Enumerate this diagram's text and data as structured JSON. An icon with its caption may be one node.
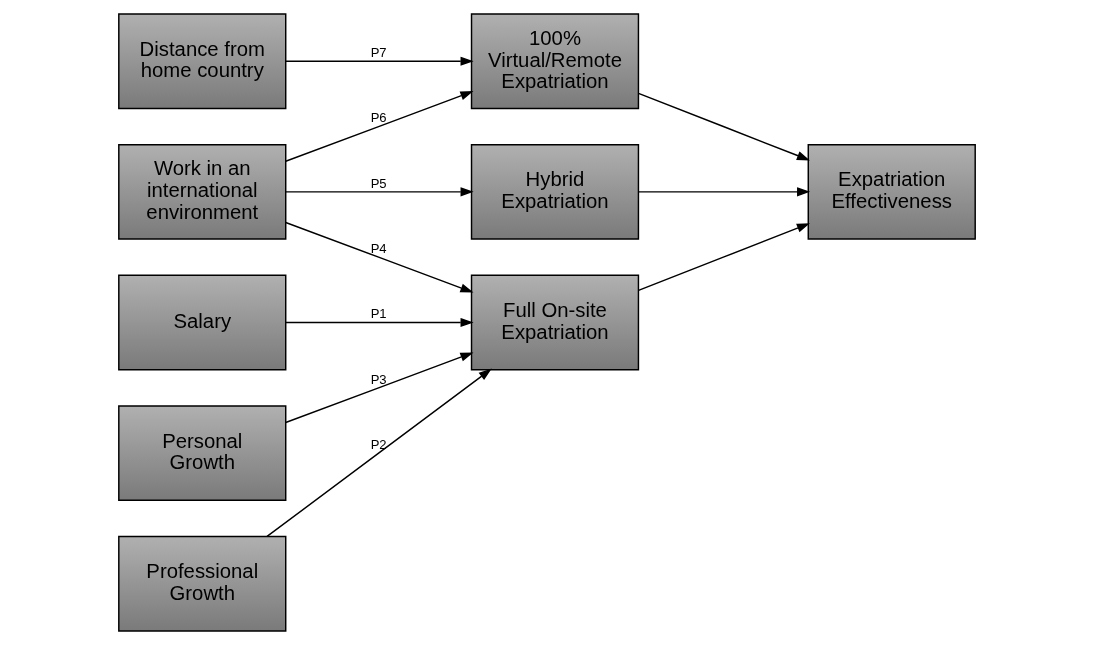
{
  "diagram": {
    "nodes": [
      {
        "text": [
          "Salary"
        ]
      },
      {
        "text": [
          "Professional Growth"
        ]
      },
      {
        "text": [
          "Personal Growth"
        ]
      },
      {
        "text": [
          "Work in an international environment"
        ]
      },
      {
        "text": [
          "Distance from home country"
        ]
      },
      {
        "text": [
          "Full On-site Expatriation"
        ]
      },
      {
        "text": [
          "Hybrid Expatriation"
        ]
      },
      {
        "text": [
          "100% Virtual/Remote Expatriation"
        ]
      },
      {
        "text": [
          "Expatriation Effectiveness"
        ]
      }
    ],
    "edges": [
      {
        "from": 0,
        "to": 5,
        "arrow": "to",
        "label": "P1"
      },
      {
        "from": 1,
        "to": 5,
        "arrow": "to",
        "label": "P2"
      },
      {
        "from": 2,
        "to": 5,
        "arrow": "to",
        "label": "P3"
      },
      {
        "from": 3,
        "to": 5,
        "arrow": "to",
        "label": "P4"
      },
      {
        "from": 3,
        "to": 6,
        "arrow": "to",
        "label": "P5"
      },
      {
        "from": 3,
        "to": 7,
        "arrow": "to",
        "label": "P6"
      },
      {
        "from": 4,
        "to": 7,
        "arrow": "to",
        "label": "P7"
      },
      {
        "from": 5,
        "to": 8,
        "arrow": "to"
      },
      {
        "from": 6,
        "to": 8,
        "arrow": "to"
      },
      {
        "from": 7,
        "to": 8,
        "arrow": "to"
      }
    ]
  }
}
